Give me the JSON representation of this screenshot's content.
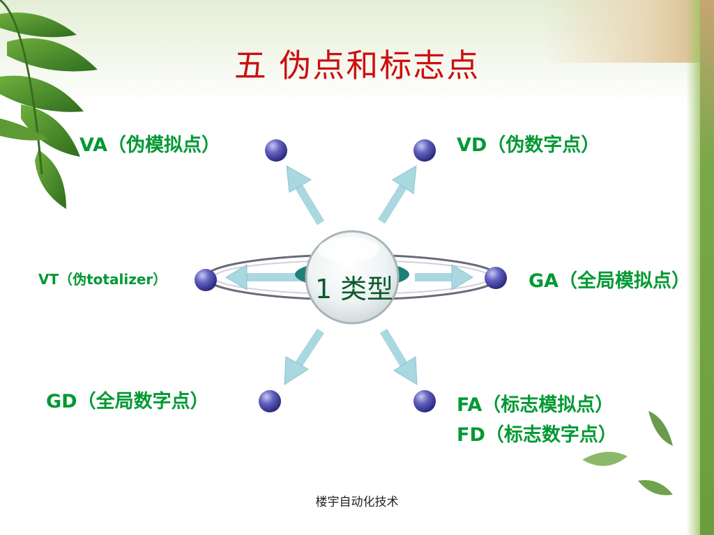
{
  "title": "五  伪点和标志点",
  "center": {
    "label": "1 类型"
  },
  "labels": {
    "va": "VA（伪模拟点）",
    "vd": "VD（伪数字点）",
    "vt": "VT（伪totalizer）",
    "ga": "GA（全局模拟点）",
    "gd": "GD（全局数字点）",
    "fa": "FA（标志模拟点）",
    "fd": "FD（标志数字点）"
  },
  "footer": "楼宇自动化技术",
  "colors": {
    "title": "#cc1010",
    "label": "#009933",
    "node": "#4a4aa8",
    "arrow": "#a9d8e0"
  }
}
